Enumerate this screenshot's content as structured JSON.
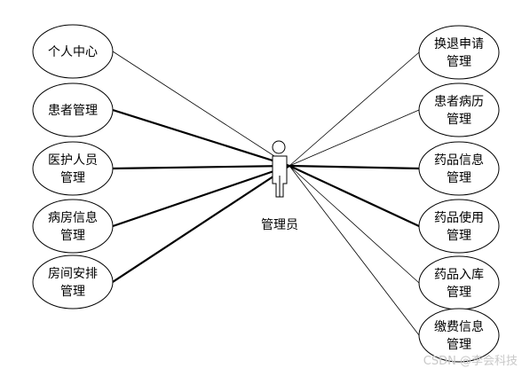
{
  "actor": {
    "label": "管理员"
  },
  "left_use_cases": [
    {
      "lines": [
        "个人中心"
      ],
      "bold_link": false
    },
    {
      "lines": [
        "患者管理"
      ],
      "bold_link": true
    },
    {
      "lines": [
        "医护人员",
        "管理"
      ],
      "bold_link": true
    },
    {
      "lines": [
        "病房信息",
        "管理"
      ],
      "bold_link": true
    },
    {
      "lines": [
        "房间安排",
        "管理"
      ],
      "bold_link": true
    }
  ],
  "right_use_cases": [
    {
      "lines": [
        "换退申请",
        "管理"
      ],
      "bold_link": false
    },
    {
      "lines": [
        "患者病历",
        "管理"
      ],
      "bold_link": false
    },
    {
      "lines": [
        "药品信息",
        "管理"
      ],
      "bold_link": true
    },
    {
      "lines": [
        "药品使用",
        "管理"
      ],
      "bold_link": true
    },
    {
      "lines": [
        "药品入库",
        "管理"
      ],
      "bold_link": false
    },
    {
      "lines": [
        "缴费信息",
        "管理"
      ],
      "bold_link": false
    }
  ],
  "watermark": "CSDN @李会科技",
  "colors": {
    "line": "#000000",
    "watermark": "#c8c8c8"
  }
}
